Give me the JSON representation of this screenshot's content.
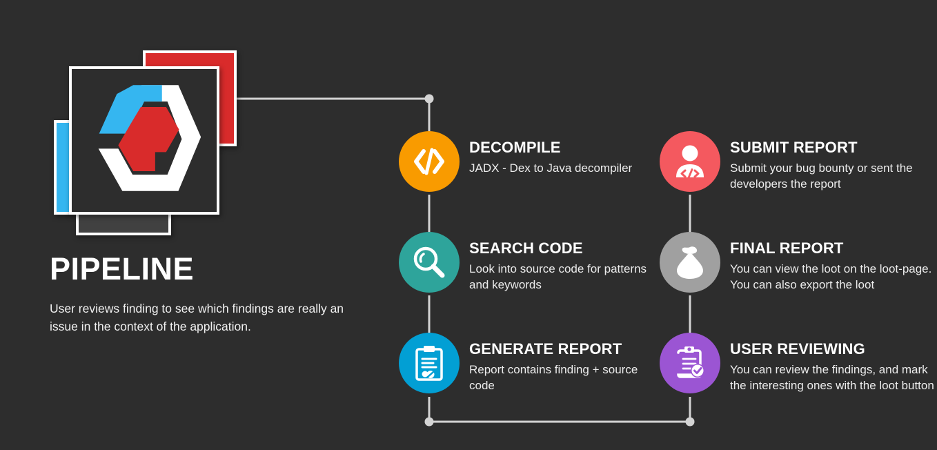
{
  "theme": {
    "background": "#2d2d2d",
    "connector_color": "#d4d4d4",
    "text_primary": "#ffffff",
    "text_secondary": "#ececec",
    "logo_red": "#d92b2b",
    "logo_blue": "#35b6f0",
    "logo_white": "#ffffff",
    "card_gray": "#414141"
  },
  "headline": {
    "title": "PIPELINE",
    "description": "User reviews finding to see which findings are really an issue in the context of the application."
  },
  "logo": {
    "name": "pipeline-hexagon-logo",
    "cards": [
      {
        "name": "card-red",
        "color": "#d92b2b"
      },
      {
        "name": "card-blue",
        "color": "#35b6f0"
      },
      {
        "name": "card-gray",
        "color": "#414141"
      },
      {
        "name": "card-main",
        "color": "#2d2d2d"
      }
    ]
  },
  "steps": {
    "left_column": [
      {
        "id": "decompile",
        "title": "DECOMPILE",
        "description": "JADX - Dex to Java decompiler",
        "color": "#f99b00",
        "icon": "code-brackets-icon"
      },
      {
        "id": "search-code",
        "title": "SEARCH CODE",
        "description": "Look into source code for patterns and keywords",
        "color": "#2ea49b",
        "icon": "magnifier-icon"
      },
      {
        "id": "generate-report",
        "title": "GENERATE REPORT",
        "description": "Report contains finding + source code",
        "color": "#029fd4",
        "icon": "clipboard-chart-icon"
      }
    ],
    "right_column": [
      {
        "id": "submit-report",
        "title": "SUBMIT REPORT",
        "description": "Submit your bug bounty or sent the developers the report",
        "color": "#f4595f",
        "icon": "developer-person-code-icon"
      },
      {
        "id": "final-report",
        "title": "FINAL REPORT",
        "description": "You can view the loot on the loot-page. You can also export the loot",
        "color": "#a0a0a0",
        "icon": "loot-bag-icon"
      },
      {
        "id": "user-reviewing",
        "title": "USER REVIEWING",
        "description": "You can review the findings, and mark the interesting ones with the loot button",
        "color": "#9b55d3",
        "icon": "clipboard-check-icon"
      }
    ]
  }
}
